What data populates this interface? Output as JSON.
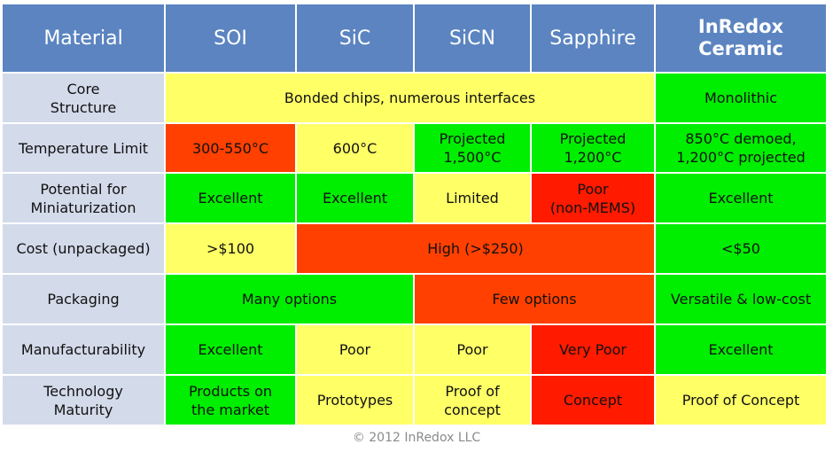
{
  "table": {
    "headers": {
      "material": "Material",
      "soi": "SOI",
      "sic": "SiC",
      "sicn": "SiCN",
      "sapphire": "Sapphire",
      "inredox_line1": "InRedox",
      "inredox_line2": "Ceramic"
    },
    "rows": {
      "core_structure": {
        "label_line1": "Core",
        "label_line2": "Structure",
        "bonded": "Bonded chips, numerous interfaces",
        "inredox": "Monolithic"
      },
      "temperature_limit": {
        "label": "Temperature Limit",
        "soi": "300-550°C",
        "sic": "600°C",
        "sicn_line1": "Projected",
        "sicn_line2": "1,500°C",
        "sapphire_line1": "Projected",
        "sapphire_line2": "1,200°C",
        "inredox_line1": "850°C demoed,",
        "inredox_line2": "1,200°C projected"
      },
      "miniaturization": {
        "label_line1": "Potential for",
        "label_line2": "Miniaturization",
        "soi": "Excellent",
        "sic": "Excellent",
        "sicn": "Limited",
        "sapphire_line1": "Poor",
        "sapphire_line2": "(non-MEMS)",
        "inredox": "Excellent"
      },
      "cost": {
        "label": "Cost (unpackaged)",
        "soi": ">$100",
        "high": "High (>$250)",
        "inredox": "<$50"
      },
      "packaging": {
        "label": "Packaging",
        "many": "Many options",
        "few": "Few options",
        "inredox": "Versatile & low-cost"
      },
      "manufacturability": {
        "label": "Manufacturability",
        "soi": "Excellent",
        "sic": "Poor",
        "sicn": "Poor",
        "sapphire": "Very Poor",
        "inredox": "Excellent"
      },
      "technology_maturity": {
        "label_line1": "Technology",
        "label_line2": "Maturity",
        "soi_line1": "Products on",
        "soi_line2": "the market",
        "sic": "Prototypes",
        "sicn_line1": "Proof of",
        "sicn_line2": "concept",
        "sapphire": "Concept",
        "inredox": "Proof of Concept"
      }
    }
  },
  "footer": {
    "copyright": "© 2012 InRedox LLC"
  },
  "colors": {
    "header_blue": "#5b84c1",
    "label_gray_blue": "#d3daea",
    "green": "#00ee00",
    "yellow": "#ffff66",
    "orange": "#ff4000",
    "red": "#ff1a00"
  }
}
